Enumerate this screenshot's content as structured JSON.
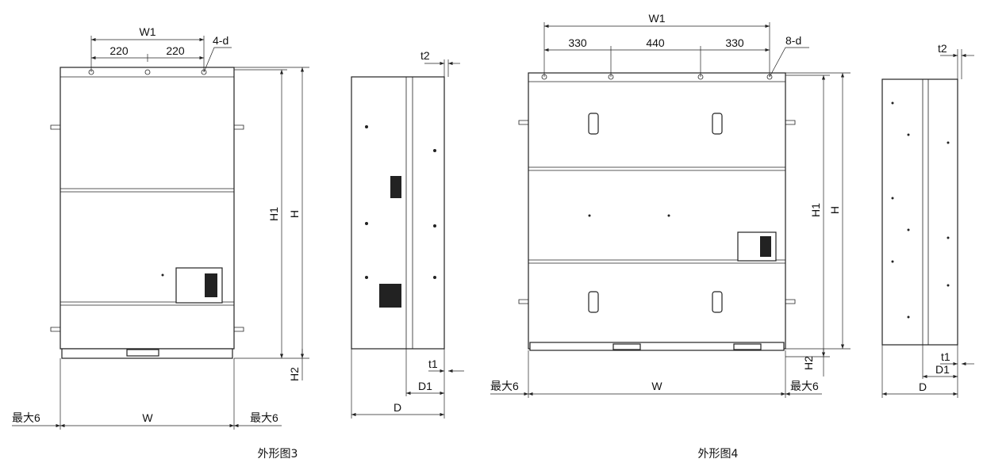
{
  "figure3": {
    "caption": "外形图3",
    "w1": "W1",
    "dim_left": "220",
    "dim_right": "220",
    "holes": "4-d",
    "h1": "H1",
    "h": "H",
    "h2": "H2",
    "max_left": "最大6",
    "w": "W",
    "max_right": "最大6",
    "t2": "t2",
    "t1": "t1",
    "d1": "D1",
    "d": "D"
  },
  "figure4": {
    "caption": "外形图4",
    "w1": "W1",
    "dim_left": "330",
    "dim_mid": "440",
    "dim_right": "330",
    "holes": "8-d",
    "h1": "H1",
    "h": "H",
    "h2": "H2",
    "max_left": "最大6",
    "w": "W",
    "max_right": "最大6",
    "t2": "t2",
    "t1": "t1",
    "d1": "D1",
    "d": "D"
  }
}
